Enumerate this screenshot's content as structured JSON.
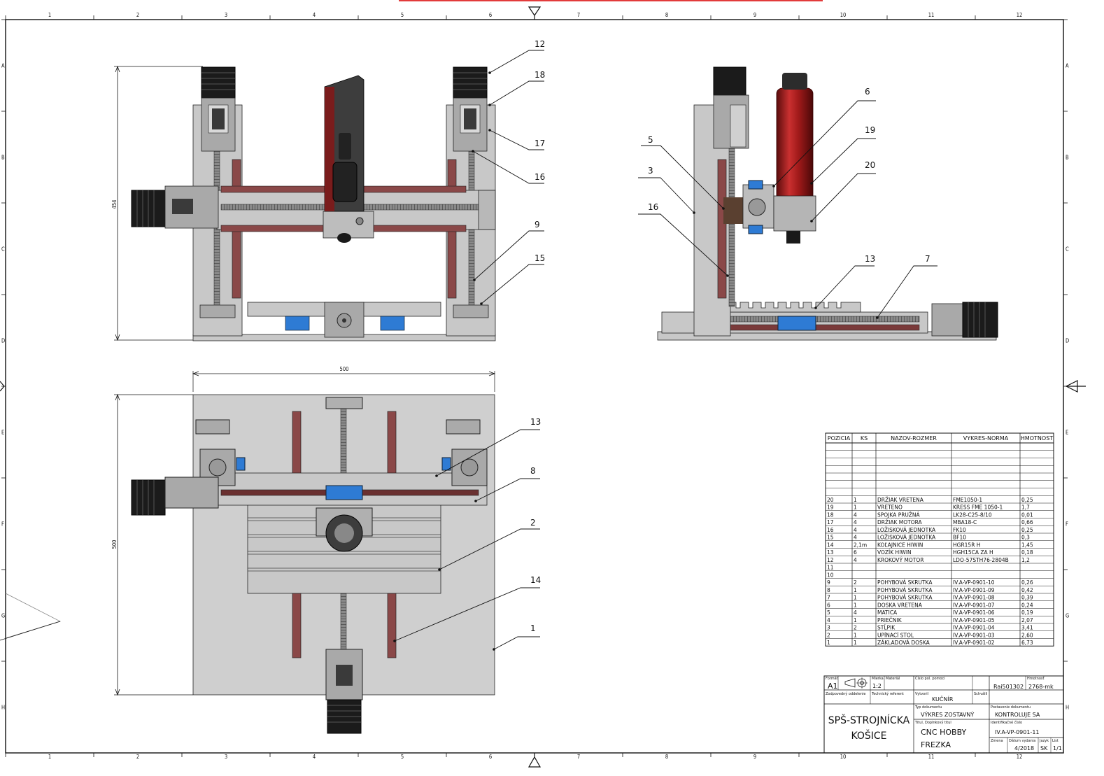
{
  "drawing": {
    "frame_cols": [
      "1",
      "2",
      "3",
      "4",
      "5",
      "6",
      "7",
      "8",
      "9",
      "10",
      "11",
      "12"
    ],
    "frame_rows": [
      "A",
      "B",
      "C",
      "D",
      "E",
      "F",
      "G",
      "H"
    ],
    "dimensions": {
      "height_front": "454",
      "width_top": "500",
      "height_top": "500"
    },
    "balloons_front": [
      "12",
      "18",
      "17",
      "16",
      "9",
      "15"
    ],
    "balloons_side": [
      "6",
      "19",
      "20",
      "5",
      "3",
      "16",
      "13",
      "7"
    ],
    "balloons_top": [
      "13",
      "8",
      "2",
      "14",
      "1"
    ]
  },
  "bom": {
    "headers": [
      "POZICIA",
      "KS",
      "NAZOV-ROZMER",
      "VYKRES-NORMA",
      "HMOTNOST"
    ],
    "rows": [
      [
        "20",
        "1",
        "DRŽIAK VRETENA",
        "FME1050-1",
        "0,25"
      ],
      [
        "19",
        "1",
        "VRETENO",
        "KRESS FME 1050-1",
        "1,7"
      ],
      [
        "18",
        "4",
        "SPOJKA PRUŽNÁ",
        "LK28-C25-8/10",
        "0,01"
      ],
      [
        "17",
        "4",
        "DRŽIAK MOTORA",
        "MBA18-C",
        "0,66"
      ],
      [
        "16",
        "4",
        "LOŽISKOVÁ JEDNOTKA",
        "FK10",
        "0,25"
      ],
      [
        "15",
        "4",
        "LOŽISKOVÁ JEDNOTKA",
        "BF10",
        "0,3"
      ],
      [
        "14",
        "2,1m",
        "KOĽAJNICE HIWIN",
        "HGR15R H",
        "1,45"
      ],
      [
        "13",
        "6",
        "VOZÍK HIWIN",
        "HGH15CA ZA H",
        "0,18"
      ],
      [
        "12",
        "4",
        "KROKOVÝ MOTOR",
        "LDO-57STH76-2804B",
        "1,2"
      ],
      [
        "11",
        "",
        "",
        "",
        ""
      ],
      [
        "10",
        "",
        "",
        "",
        ""
      ],
      [
        "9",
        "2",
        "POHYBOVÁ SKRUTKA",
        "IV.A-VP-0901-10",
        "0,26"
      ],
      [
        "8",
        "1",
        "POHYBOVÁ SKRUTKA",
        "IV.A-VP-0901-09",
        "0,42"
      ],
      [
        "7",
        "1",
        "POHYBOVÁ SKRUTKA",
        "IV.A-VP-0901-08",
        "0,39"
      ],
      [
        "6",
        "1",
        "DOSKA VRETENA",
        "IV.A-VP-0901-07",
        "0,24"
      ],
      [
        "5",
        "4",
        "MATICA",
        "IV.A-VP-0901-06",
        "0,19"
      ],
      [
        "4",
        "1",
        "PRIEČNIK",
        "IV.A-VP-0901-05",
        "2,07"
      ],
      [
        "3",
        "2",
        "STĹPIK",
        "IV.A-VP-0901-04",
        "3,41"
      ],
      [
        "2",
        "1",
        "UPÍNACÍ STOL",
        "IV.A-VP-0901-03",
        "2,60"
      ],
      [
        "1",
        "1",
        "ZÁKLADOVÁ DOSKA",
        "IV.A-VP-0901-02",
        "6,73"
      ]
    ]
  },
  "title_block": {
    "format_label": "Formát",
    "format": "A1",
    "scale_label": "Mierka",
    "scale": "1:2",
    "material_label": "Materiál",
    "material": "",
    "drawing_no_label": "Číslo pol. pomoci",
    "drawing_no": "Rai501302",
    "mass_label": "Hmotnosť",
    "mass": "2768-mk",
    "responsible_label": "Zodpovedný oddelenie",
    "technical_label": "Technický referent",
    "author_label": "Vytvoril",
    "author": "KUČNÍR",
    "approved_label": "Schválil",
    "doctype_label": "Typ dokumentu",
    "doctype": "VÝKRES ZOSTAVNÝ",
    "status_label": "Postavenie dokumentu",
    "status": "KONTROLUJE SA",
    "title_label": "Titul, Doplnkový titul",
    "title1": "CNC HOBBY",
    "title2": "FREZKA",
    "ident_label": "Identifikačné číslo",
    "ident": "IV.A-VP-0901-11",
    "change_label": "Zmena",
    "date_label": "Dátum vydania",
    "date": "4/2018",
    "lang_label": "Jazyk",
    "lang": "SK",
    "sheet_label": "List",
    "sheet": "1/1",
    "school1": "SPŠ-STROJNÍCKA",
    "school2": "KOŠICE"
  }
}
